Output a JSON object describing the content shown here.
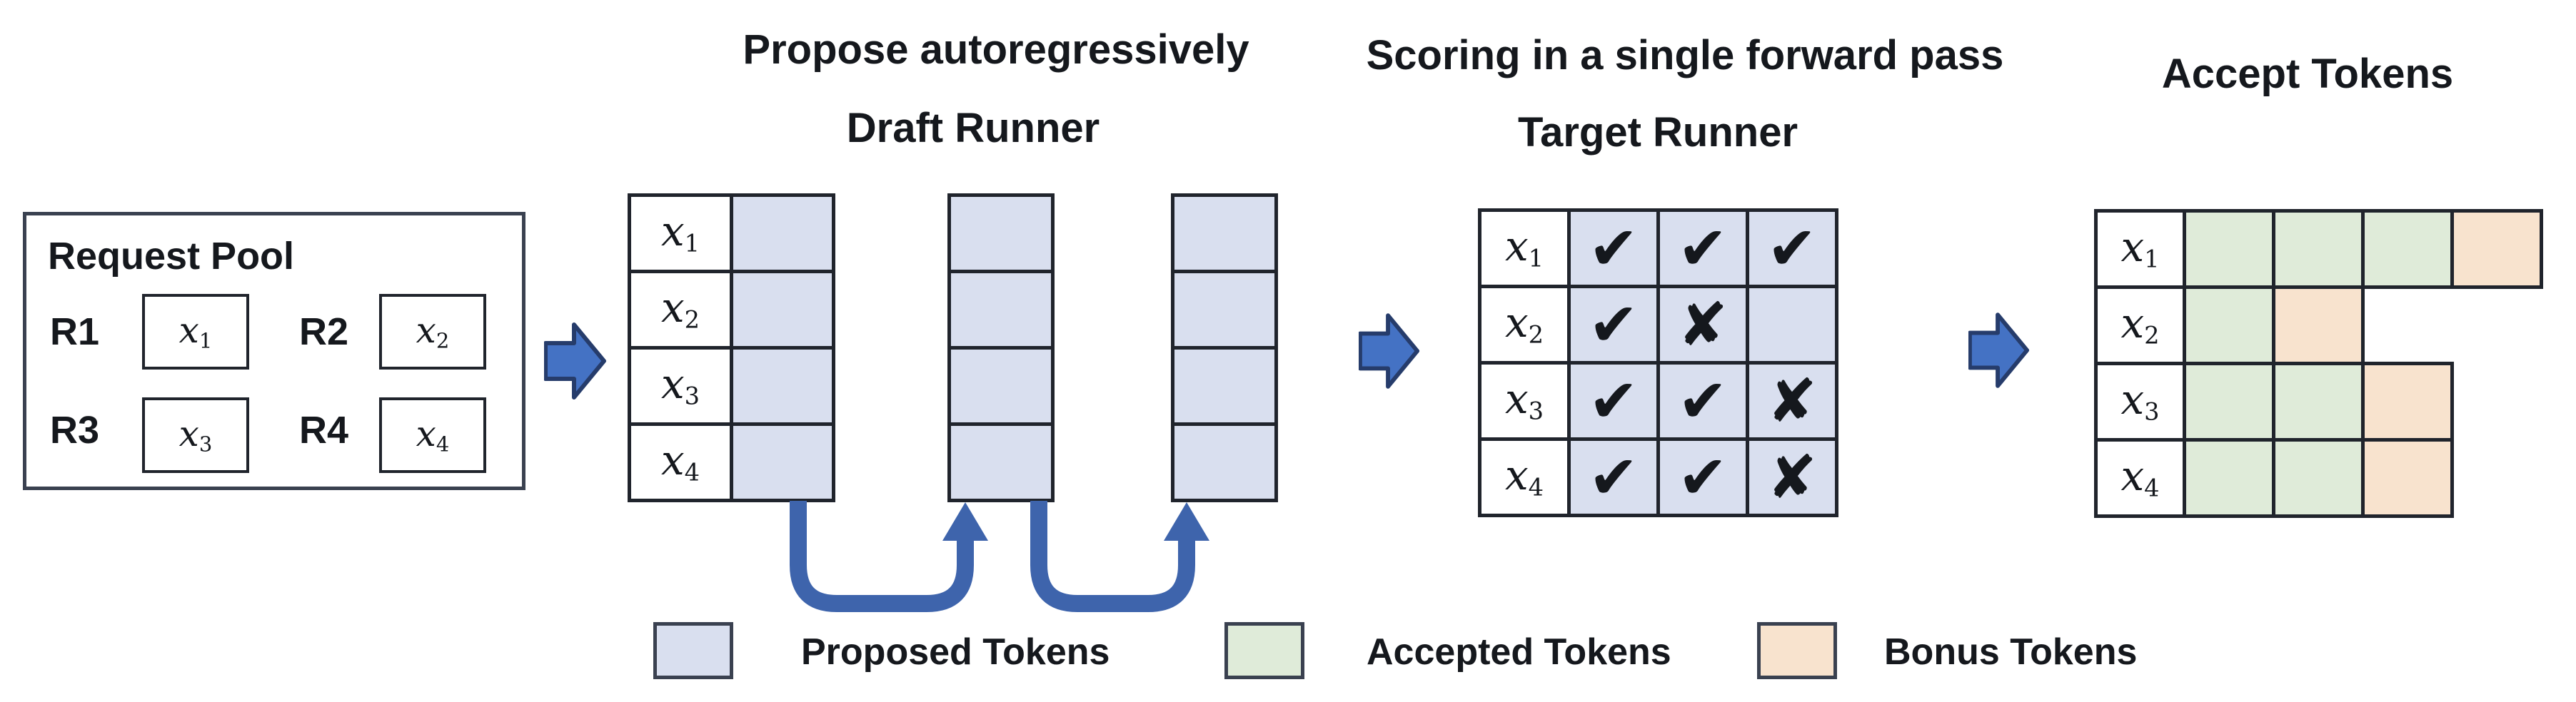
{
  "titles": {
    "propose": "Propose autoregressively",
    "draft_runner": "Draft Runner",
    "scoring": "Scoring in a single forward pass",
    "target_runner": "Target Runner",
    "accept": "Accept Tokens"
  },
  "request_pool": {
    "title": "Request Pool",
    "requests": [
      {
        "id": "R1",
        "token": "x",
        "sub": "1"
      },
      {
        "id": "R2",
        "token": "x",
        "sub": "2"
      },
      {
        "id": "R3",
        "token": "x",
        "sub": "3"
      },
      {
        "id": "R4",
        "token": "x",
        "sub": "4"
      }
    ]
  },
  "draft": {
    "rows": [
      {
        "token": "x",
        "sub": "1"
      },
      {
        "token": "x",
        "sub": "2"
      },
      {
        "token": "x",
        "sub": "3"
      },
      {
        "token": "x",
        "sub": "4"
      }
    ],
    "proposed_cells_per_row": 1,
    "extra_proposal_columns": 2
  },
  "target": {
    "rows": [
      {
        "token": "x",
        "sub": "1",
        "marks": [
          "check",
          "check",
          "check"
        ]
      },
      {
        "token": "x",
        "sub": "2",
        "marks": [
          "check",
          "cross",
          "none"
        ]
      },
      {
        "token": "x",
        "sub": "3",
        "marks": [
          "check",
          "check",
          "cross"
        ]
      },
      {
        "token": "x",
        "sub": "4",
        "marks": [
          "check",
          "check",
          "cross"
        ]
      }
    ]
  },
  "accept": {
    "rows": [
      {
        "token": "x",
        "sub": "1",
        "cells": [
          "accepted",
          "accepted",
          "accepted",
          "bonus"
        ]
      },
      {
        "token": "x",
        "sub": "2",
        "cells": [
          "accepted",
          "bonus"
        ]
      },
      {
        "token": "x",
        "sub": "3",
        "cells": [
          "accepted",
          "accepted",
          "bonus"
        ]
      },
      {
        "token": "x",
        "sub": "4",
        "cells": [
          "accepted",
          "accepted",
          "bonus"
        ]
      }
    ]
  },
  "legend": [
    {
      "label": "Proposed Tokens",
      "type": "proposed"
    },
    {
      "label": "Accepted Tokens",
      "type": "accepted"
    },
    {
      "label": "Bonus Tokens",
      "type": "bonus"
    }
  ],
  "glyphs": {
    "check": "✔",
    "cross": "✘",
    "none": ""
  },
  "colors": {
    "proposed": "#D9DFEF",
    "accepted": "#DFEBD9",
    "bonus": "#F8E3CE",
    "line": "#20242C",
    "box_border": "#3A4150",
    "arrow_fill": "#4472C4",
    "arrow_stroke": "#263C6B",
    "curve": "#3E64AC",
    "ink": "#15181D"
  }
}
